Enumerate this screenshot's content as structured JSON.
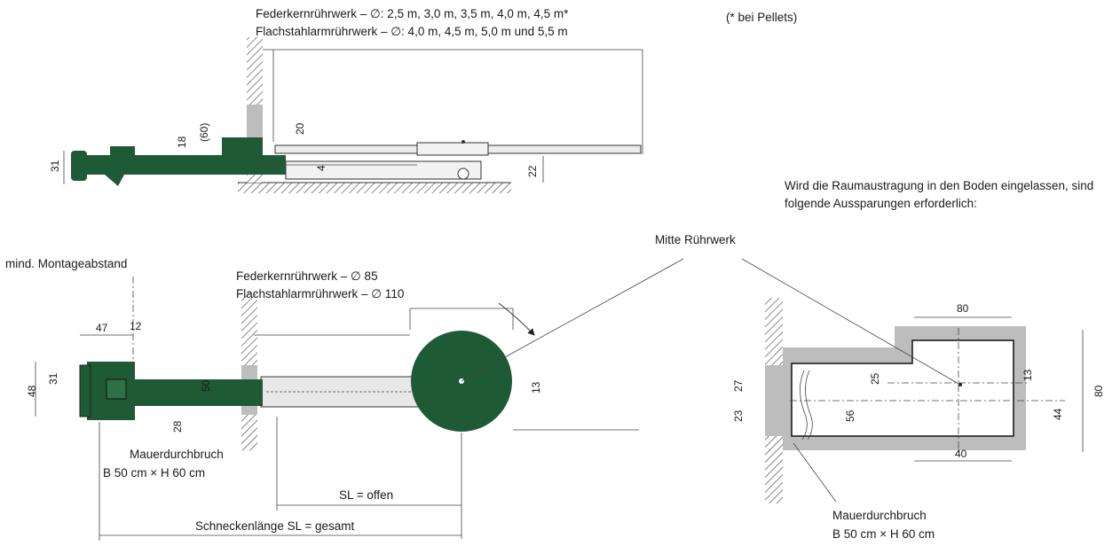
{
  "colors": {
    "green": "#1f5a37",
    "grey": "#bdbdbd",
    "dark": "#1a1a1a"
  },
  "top_view": {
    "label_line1": "Federkernrührwerk – ∅: 2,5 m, 3,0 m, 3,5 m, 4,0 m, 4,5 m*",
    "label_line2": "Flachstahlarmrührwerk – ∅: 4,0 m, 4,5 m, 5,0 m und 5,5 m",
    "footnote": "(* bei Pellets)",
    "dims": {
      "d31": "31",
      "d18": "18",
      "d60": "(60)",
      "d20": "20",
      "d4": "4",
      "d22": "22"
    }
  },
  "bottom_view": {
    "min_distance": "mind. Montageabstand",
    "stirrer_line1": "Federkernrührwerk – ∅ 85",
    "stirrer_line2": "Flachstahlarmrührwerk – ∅ 110",
    "wall_opening_line1": "Mauerdurchbruch",
    "wall_opening_line2": "B 50 cm × H 60 cm",
    "sl_open": "SL = offen",
    "sl_total": "Schneckenlänge SL = gesamt",
    "dims": {
      "d47": "47",
      "d12": "12",
      "d48": "48",
      "d31": "31",
      "d50": "50",
      "d28": "28",
      "d13": "13"
    }
  },
  "recess_view": {
    "note_line1": "Wird die Raumaustragung in den Boden eingelassen, sind",
    "note_line2": "folgende Aussparungen erforderlich:",
    "center_label": "Mitte Rührwerk",
    "wall_opening_line1": "Mauerdurchbruch",
    "wall_opening_line2": "B 50 cm × H 60 cm",
    "dims": {
      "d80a": "80",
      "d80b": "80",
      "d27": "27",
      "d23": "23",
      "d25": "25",
      "d56": "56",
      "d13": "13",
      "d44": "44",
      "d40": "40"
    }
  }
}
